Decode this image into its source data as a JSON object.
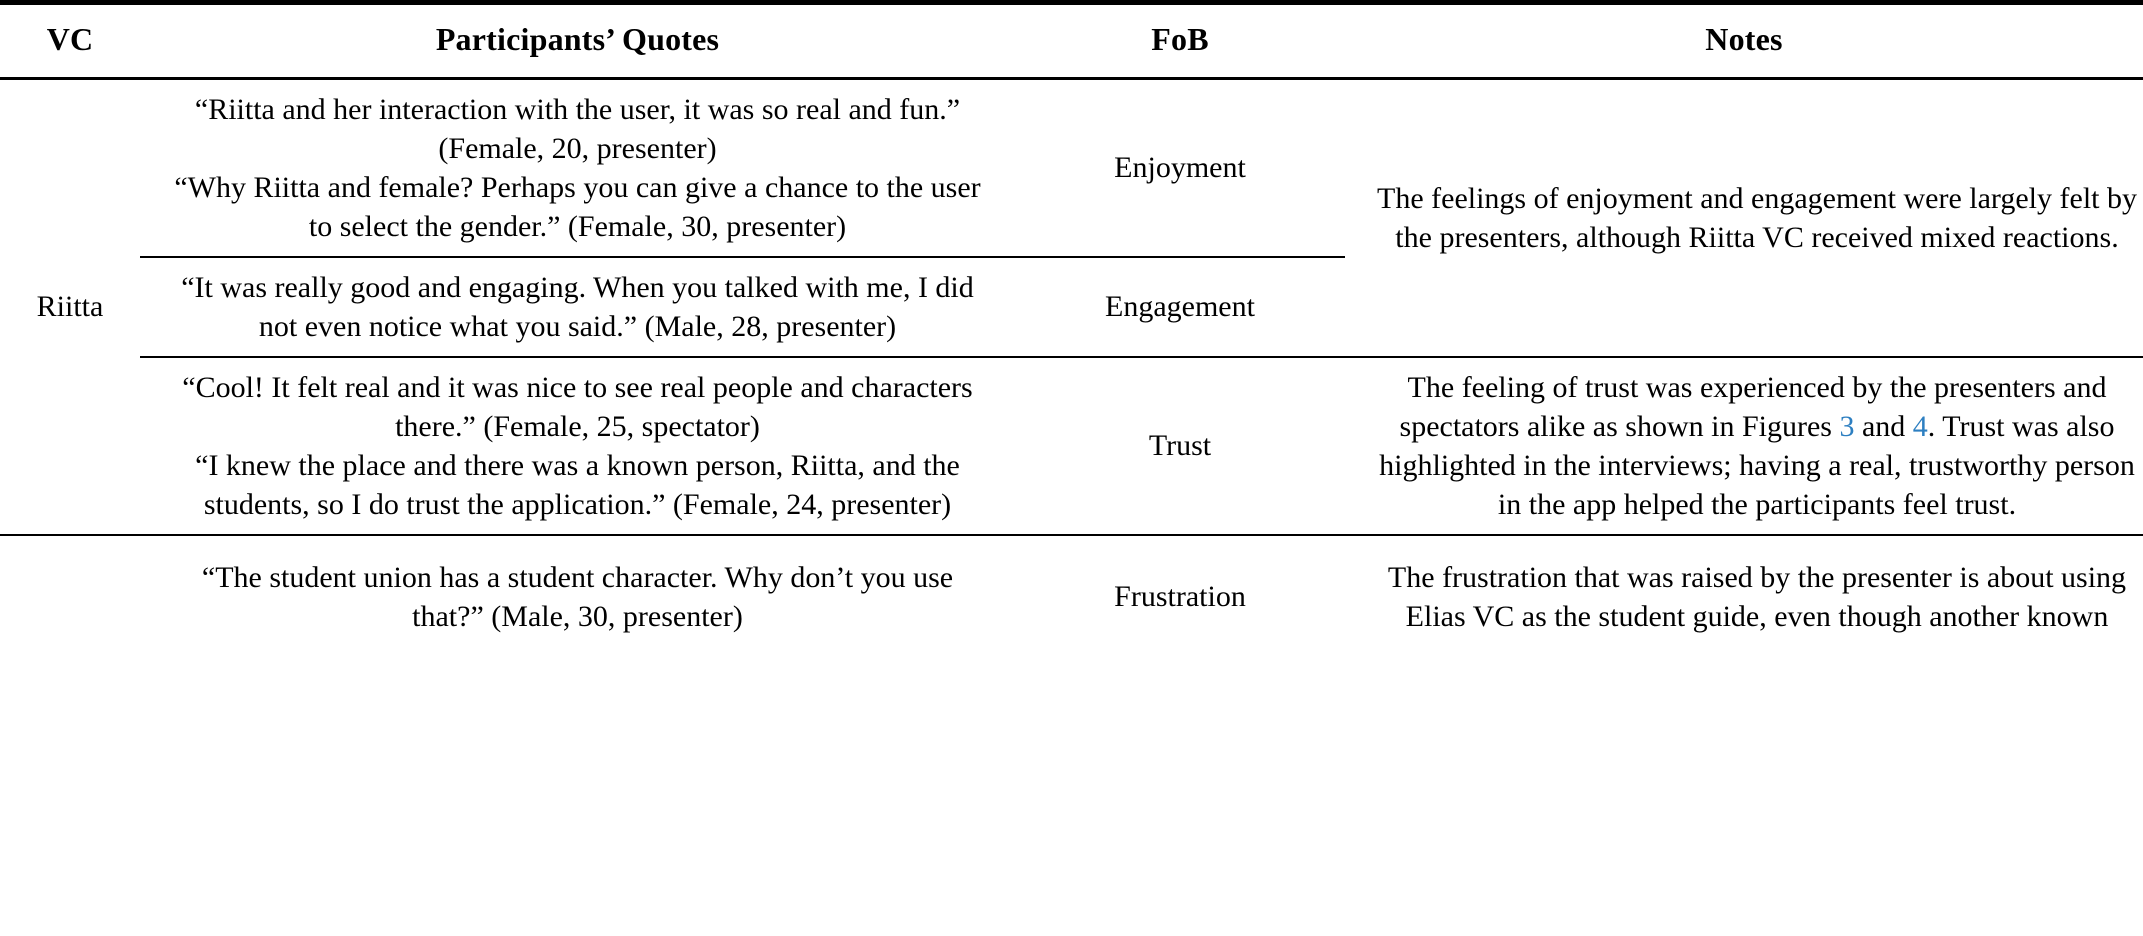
{
  "table": {
    "columns": [
      {
        "key": "vc",
        "label": "VC"
      },
      {
        "key": "quotes",
        "label": "Participants’ Quotes"
      },
      {
        "key": "fob",
        "label": "FoB"
      },
      {
        "key": "notes",
        "label": "Notes"
      }
    ],
    "link_color": "#2d7fc1",
    "rows": [
      {
        "vc": "Riitta",
        "fob": "Enjoyment",
        "quotes": [
          "“Riitta and her interaction with the user, it was so real and fun.” (Female, 20, presenter)",
          "“Why Riitta and female? Perhaps you can give a chance to the user to select the gender.” (Female, 30, presenter)"
        ],
        "notes": "The feelings of enjoyment and engagement were largely felt by the presenters, although Riitta VC received mixed reactions."
      },
      {
        "vc": "",
        "fob": "Engagement",
        "quotes": [
          "“It was really good and engaging. When you talked with me, I did not even notice what you said.” (Male, 28, presenter)"
        ],
        "notes": ""
      },
      {
        "vc": "",
        "fob": "Trust",
        "quotes": [
          "“Cool! It felt real and it was nice to see real people and characters there.” (Female, 25, spectator)",
          "“I knew the place and there was a known person, Riitta, and the students, so I do trust the application.” (Female, 24, presenter)"
        ],
        "notes_parts": {
          "before": "The feeling of trust was experienced by the presenters and spectators alike as shown in Figures ",
          "link1": "3",
          "middle": " and ",
          "link2": "4",
          "after": ". Trust was also highlighted in the interviews; having a real, trustworthy person in the app helped the participants feel trust."
        }
      },
      {
        "vc": "",
        "fob": "Frustration",
        "quotes": [
          "“The student union has a student character. Why don’t you use that?” (Male, 30, presenter)"
        ],
        "notes": "The frustration that was raised by the presenter is about using Elias VC as the student guide, even though another known"
      }
    ]
  }
}
